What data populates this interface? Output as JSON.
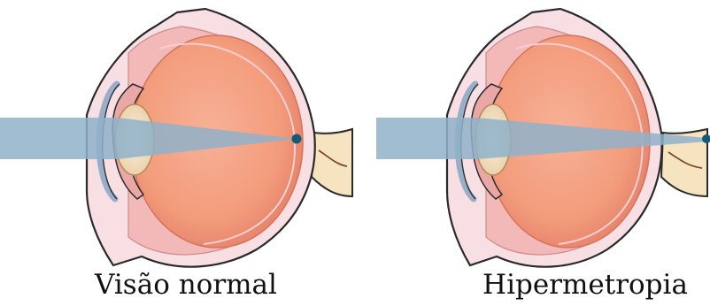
{
  "panels": [
    {
      "caption": "Visão normal"
    },
    {
      "caption": "Hipermetropia"
    }
  ],
  "colors": {
    "eyeball": "#f4a384",
    "eyeball_edge": "#e37f63",
    "sclera": "#f8dfe4",
    "outline": "#2a2a2a",
    "light_beam": "#8fb1c9",
    "focus_point": "#135a78",
    "optic_nerve": "#f6e4c0"
  },
  "icons": [
    "eye-diagram-normal",
    "eye-diagram-hyperopia"
  ]
}
